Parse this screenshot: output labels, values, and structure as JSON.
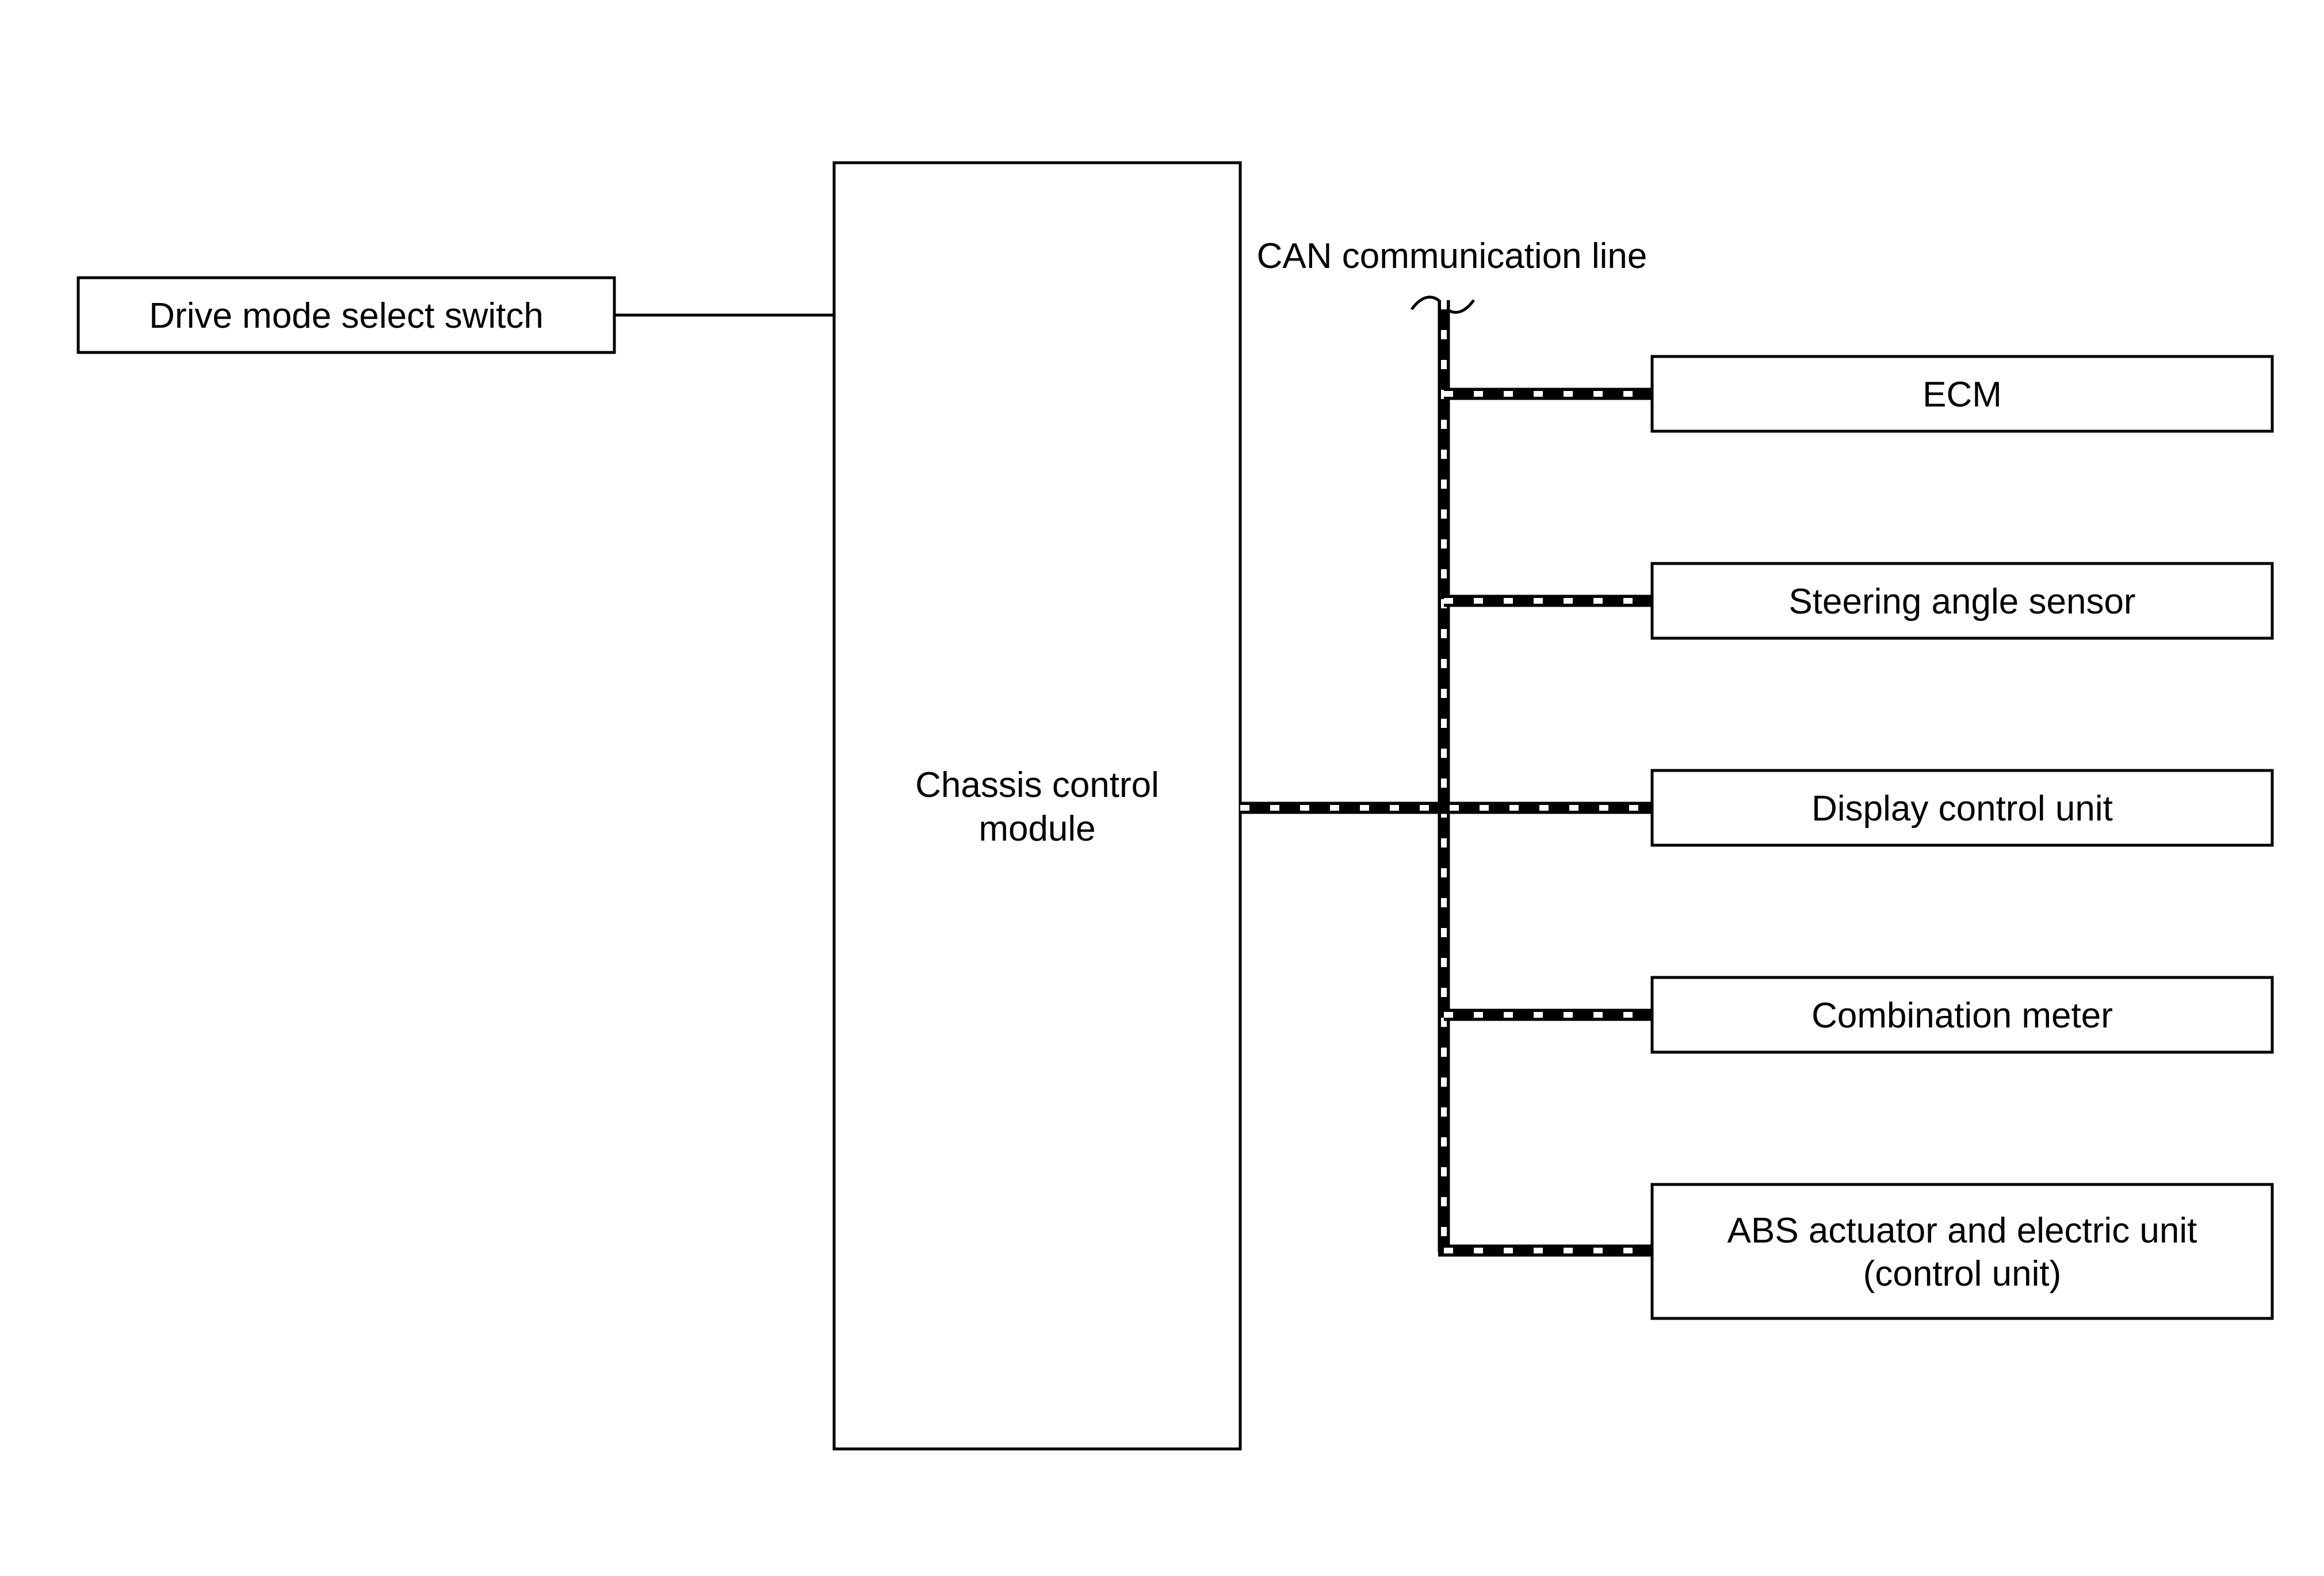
{
  "diagram": {
    "drive_mode_switch": "Drive mode select switch",
    "chassis_module_line1": "Chassis control",
    "chassis_module_line2": "module",
    "can_line_label": "CAN communication line",
    "ecm": "ECM",
    "steering_angle_sensor": "Steering angle sensor",
    "display_control_unit": "Display control unit",
    "combination_meter": "Combination meter",
    "abs_line1": "ABS actuator and electric unit",
    "abs_line2": "(control unit)"
  },
  "colors": {
    "line": "#000000",
    "background": "#ffffff"
  }
}
